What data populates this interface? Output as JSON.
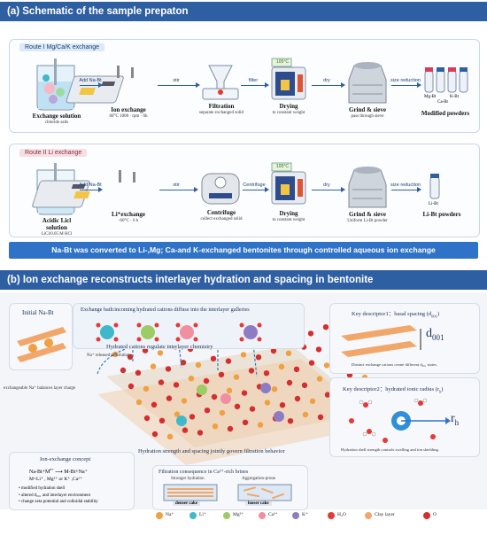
{
  "section_a": {
    "title": "(a)  Schematic of the sample prepaton"
  },
  "route1": {
    "tag": "Route I Mg/Ca/K exchange",
    "arrows": [
      "Add Na-Bt",
      "stir",
      "filter",
      "dry",
      "size reduction"
    ],
    "steps": [
      {
        "title": "Exchange solution",
        "sub": "chloride salts"
      },
      {
        "title": "Ion exchange",
        "sub": "60°C 1000 · rpm · 6h"
      },
      {
        "title": "Filtration",
        "sub": "separate exchanged solid"
      },
      {
        "title": "Drying",
        "sub": "to constant weight"
      },
      {
        "title": "Grind & sieve",
        "sub": "pass through sieve"
      },
      {
        "title": "Modified powders",
        "sub": ""
      }
    ],
    "oven_temp": "105°C",
    "bottle_labels": [
      "Mg-Bt",
      "K-Bt",
      "Ca-Bt"
    ]
  },
  "route2": {
    "tag": "Route II Li exchange",
    "arrows": [
      "Add Na-Bt",
      "stir",
      "Centrifuge",
      "dry",
      "size reduction"
    ],
    "steps": [
      {
        "title": "Acidic Licl",
        "title2": "solution",
        "sub": "LiCl/0.05 M HCl"
      },
      {
        "title": "Li⁺exchange",
        "sub": "-60°C · 6 h"
      },
      {
        "title": "Centrifuge",
        "sub": "collect exchanged solid"
      },
      {
        "title": "Drying",
        "sub": "to constant weight"
      },
      {
        "title": "Grind & sieve",
        "sub": "Uniform Li-Bt powder"
      },
      {
        "title": "Li-Bt powders",
        "sub": ""
      }
    ],
    "oven_temp": "105°C",
    "bottle_label": "Li-Bt"
  },
  "banner": "Na-Bt was converted to Li-,Mg; Ca-and K-exchanged bentonites through controlled aqueous ion exchange",
  "section_b": {
    "title": "(b)  Ion exchange reconstructs interlayer hydration and spacing in bentonite"
  },
  "initial": {
    "title": "Initial Na-Bt"
  },
  "bath": {
    "title": "Exchange bath:incoming hydrated cations diffuse into the interlayer galleries"
  },
  "hydrated_regulate": "Hydrated cations regulate interlayer chemistry",
  "na_released": "Na⁺ released to solution",
  "exchangeable_na": "exchangeable Na⁺ balances layer charge",
  "descriptor1": {
    "title": "Key descriptor1：basal spacing (d",
    "title_sub": "001",
    "title_end": ")",
    "label": "d",
    "label_sub": "001",
    "note": "Distinct exchange cations create different d₀₀₁ states."
  },
  "descriptor2": {
    "title": "Key descriptor2：hydrated ionic radius (r",
    "title_sub": "h",
    "title_end": ")",
    "label": "r",
    "label_sub": "h",
    "note": "Hydration shell strength controls swelling and ion shielding."
  },
  "concept": {
    "title": "Ion-exchange concept",
    "equation_left": "Na-Bt+M",
    "equation_right": "M-Bt+Na⁺",
    "m_def": "M=Li⁺ , Mg²⁺ or K⁺ ,Ca²⁺",
    "bullets": [
      "modified hydration shell",
      "altered d₀₀₁ and interlayer environment",
      "change zeta potential and colloidal stability"
    ]
  },
  "hydration_strength": "Hydration strength and spacing jointly govern filtration behavior",
  "filtration": {
    "title": "Filtration consequence in Ca²⁺-rich brines",
    "left_top": "Stronger hydration",
    "right_top": "Aggregation-prone",
    "left_bottom": "denser cake",
    "right_bottom": "looser cake"
  },
  "legend": [
    {
      "label": "Na⁺",
      "color": "#f0a040"
    },
    {
      "label": "Li⁺",
      "color": "#3fb8c9"
    },
    {
      "label": "Mg²⁺",
      "color": "#9ccc65"
    },
    {
      "label": "Ca²⁺",
      "color": "#f08fa0"
    },
    {
      "label": "K⁺",
      "color": "#8e7cc3"
    },
    {
      "label": "H₂O",
      "color": "#e53935"
    },
    {
      "label": "Clay layer",
      "color": "#f2a76a"
    },
    {
      "label": "O",
      "color": "#d32f2f"
    }
  ]
}
